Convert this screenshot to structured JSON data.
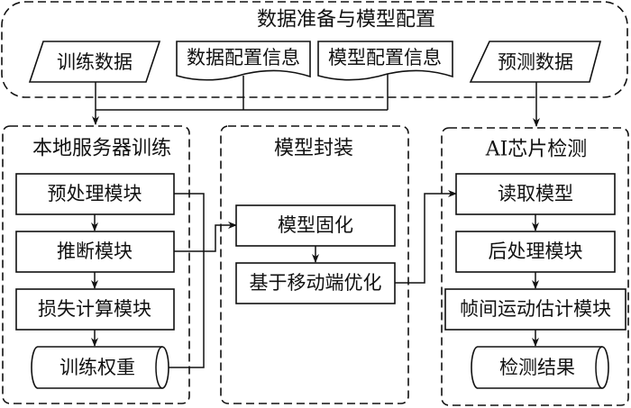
{
  "diagram": {
    "groups": {
      "data_prep": {
        "title": "数据准备与模型配置"
      },
      "local_training": {
        "title": "本地服务器训练"
      },
      "model_packaging": {
        "title": "模型封装"
      },
      "ai_chip": {
        "title": "AI芯片检测"
      }
    },
    "inputs": {
      "training_data": "训练数据",
      "data_config": "数据配置信息",
      "model_config": "模型配置信息",
      "prediction_data": "预测数据"
    },
    "training_steps": [
      "预处理模块",
      "推断模块",
      "损失计算模块"
    ],
    "training_output": "训练权重",
    "packaging_steps": [
      "模型固化",
      "基于移动端优化"
    ],
    "detection_steps": [
      "读取模型",
      "后处理模块",
      "帧间运动估计模块"
    ],
    "detection_output": "检测结果",
    "connections": [
      {
        "from": "训练数据",
        "to": "本地服务器训练"
      },
      {
        "from": "数据配置信息",
        "to": "本地服务器训练"
      },
      {
        "from": "模型配置信息",
        "to": "本地服务器训练"
      },
      {
        "from": "预测数据",
        "to": "AI芯片检测"
      },
      {
        "from": "预处理模块",
        "to": "推断模块"
      },
      {
        "from": "推断模块",
        "to": "损失计算模块"
      },
      {
        "from": "损失计算模块",
        "to": "训练权重"
      },
      {
        "from": "预处理模块",
        "to": "模型固化"
      },
      {
        "from": "推断模块",
        "to": "模型固化"
      },
      {
        "from": "训练权重",
        "to": "模型固化"
      },
      {
        "from": "模型固化",
        "to": "基于移动端优化"
      },
      {
        "from": "基于移动端优化",
        "to": "读取模型"
      },
      {
        "from": "读取模型",
        "to": "后处理模块"
      },
      {
        "from": "后处理模块",
        "to": "帧间运动估计模块"
      },
      {
        "from": "帧间运动估计模块",
        "to": "检测结果"
      }
    ]
  }
}
